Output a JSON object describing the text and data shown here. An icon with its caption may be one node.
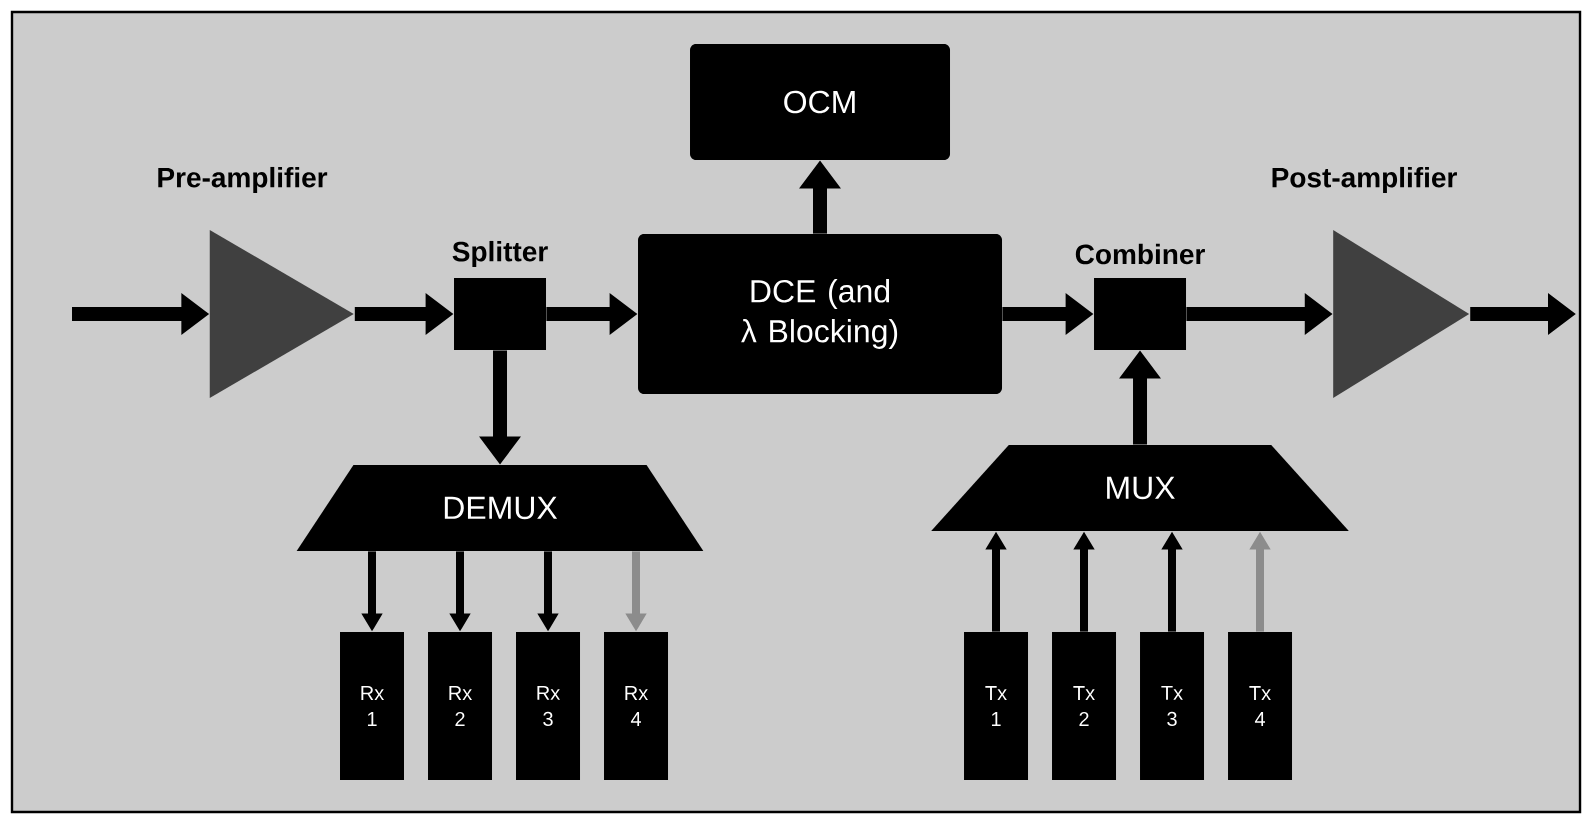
{
  "diagram": {
    "nodes": [
      {
        "text": [
          "Pre-amplifier"
        ]
      },
      {
        "text": [
          "Splitter"
        ]
      },
      {
        "text": [
          "DCE (and λ Blocking)"
        ]
      },
      {
        "text": [
          "OCM"
        ]
      },
      {
        "text": [
          "Combiner"
        ]
      },
      {
        "text": [
          "Post-amplifier"
        ]
      },
      {
        "text": [
          "DEMUX"
        ]
      },
      {
        "text": [
          "MUX"
        ]
      },
      {
        "text": [
          "Rx 1"
        ]
      },
      {
        "text": [
          "Rx 2"
        ]
      },
      {
        "text": [
          "Rx 3"
        ]
      },
      {
        "text": [
          "Rx 4"
        ]
      },
      {
        "text": [
          "Tx 1"
        ]
      },
      {
        "text": [
          "Tx 2"
        ]
      },
      {
        "text": [
          "Tx 3"
        ]
      },
      {
        "text": [
          "Tx 4"
        ]
      }
    ],
    "edges": [
      {
        "from": null,
        "to": 0,
        "arrow": "to"
      },
      {
        "from": 0,
        "to": 1,
        "arrow": "to"
      },
      {
        "from": 1,
        "to": 2,
        "arrow": "to"
      },
      {
        "from": 2,
        "to": 3,
        "arrow": "to"
      },
      {
        "from": 2,
        "to": 4,
        "arrow": "to"
      },
      {
        "from": 4,
        "to": 5,
        "arrow": "to"
      },
      {
        "from": 5,
        "to": null,
        "arrow": "to"
      },
      {
        "from": 1,
        "to": 6,
        "arrow": "to"
      },
      {
        "from": 6,
        "to": 8,
        "arrow": "to"
      },
      {
        "from": 6,
        "to": 9,
        "arrow": "to"
      },
      {
        "from": 6,
        "to": 10,
        "arrow": "to"
      },
      {
        "from": 6,
        "to": 11,
        "arrow": "to",
        "color": "#8c8c8c"
      },
      {
        "from": 12,
        "to": 7,
        "arrow": "to"
      },
      {
        "from": 13,
        "to": 7,
        "arrow": "to"
      },
      {
        "from": 14,
        "to": 7,
        "arrow": "to"
      },
      {
        "from": 15,
        "to": 7,
        "arrow": "to",
        "color": "#8c8c8c"
      },
      {
        "from": 7,
        "to": 4,
        "arrow": "to"
      }
    ]
  }
}
